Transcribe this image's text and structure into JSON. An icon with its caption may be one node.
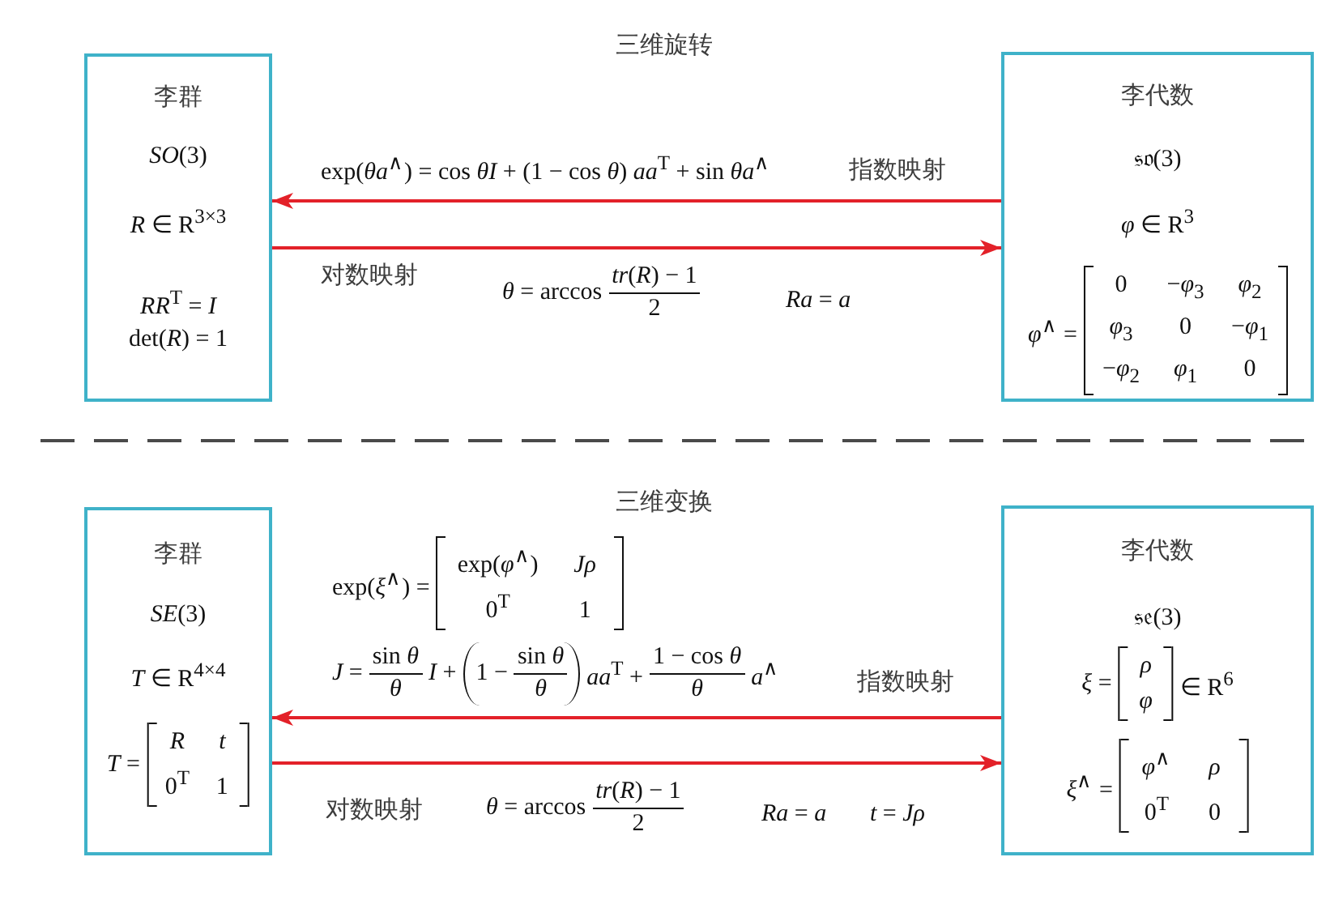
{
  "diagram": {
    "nodes": [
      {
        "text": [
          "李群",
          "*SO*(3)",
          "*R* ∈ R$^{3×3}$",
          "*RR*$^{T}$ = *I*",
          "det(*R*) = 1"
        ]
      },
      {
        "text": [
          "李代数",
          "𝔰𝔬(3)",
          "*φ* ∈ R$^{3}$",
          "*φ*$^{∧}$ =",
          "0 −*φ*$_{3}$ *φ*$_{2}$",
          "*φ*$_{3}$ 0 −*φ*$_{1}$",
          "−*φ*$_{2}$ *φ*$_{1}$ 0"
        ]
      },
      {
        "text": [
          "李群",
          "*SE*(3)",
          "*T* ∈ R$^{4×4}$",
          "*T* =",
          "R t",
          "0$^{T}$ 1"
        ]
      },
      {
        "text": [
          "李代数",
          "𝔰𝔢(3)",
          "*ξ* =",
          "ρ",
          "φ",
          "∈ R$^{6}$",
          "*ξ*$^{∧}$ =",
          "*φ*$^{∧}$ *ρ*",
          "0$^{T}$ 0"
        ]
      }
    ],
    "edges": [
      {
        "from": 1,
        "to": 0,
        "arrow": "to",
        "label": "指数映射"
      },
      {
        "from": 0,
        "to": 1,
        "arrow": "to",
        "label": "对数映射"
      },
      {
        "from": 3,
        "to": 2,
        "arrow": "to",
        "label": "指数映射"
      },
      {
        "from": 2,
        "to": 3,
        "arrow": "to",
        "label": "对数映射"
      }
    ],
    "labels": [
      "三维旋转",
      "exp(*θa*$^{∧}$) = cos *θI* + (1 − cos *θ*) *aa*$^{T}$ + sin *θa*$^{∧}$",
      "*θ* = arccos",
      "*tr*(*R*) − 1",
      "2",
      "*Ra* = *a*",
      "三维变换",
      "exp(*ξ*$^{∧}$) =",
      "exp(*φ*$^{∧}$) *Jρ*",
      "0$^{T}$ 1",
      "*J* =",
      "sin *θ*",
      "θ",
      "*I* +",
      "1 −",
      "sin *θ*",
      "θ",
      "*aa*$^{T}$ +",
      "1 − cos *θ*",
      "θ",
      "*a*$^{∧}$",
      "*θ* = arccos",
      "*tr*(*R*) − 1",
      "2",
      "*Ra* = *a*",
      "*t* = *Jρ*"
    ]
  }
}
